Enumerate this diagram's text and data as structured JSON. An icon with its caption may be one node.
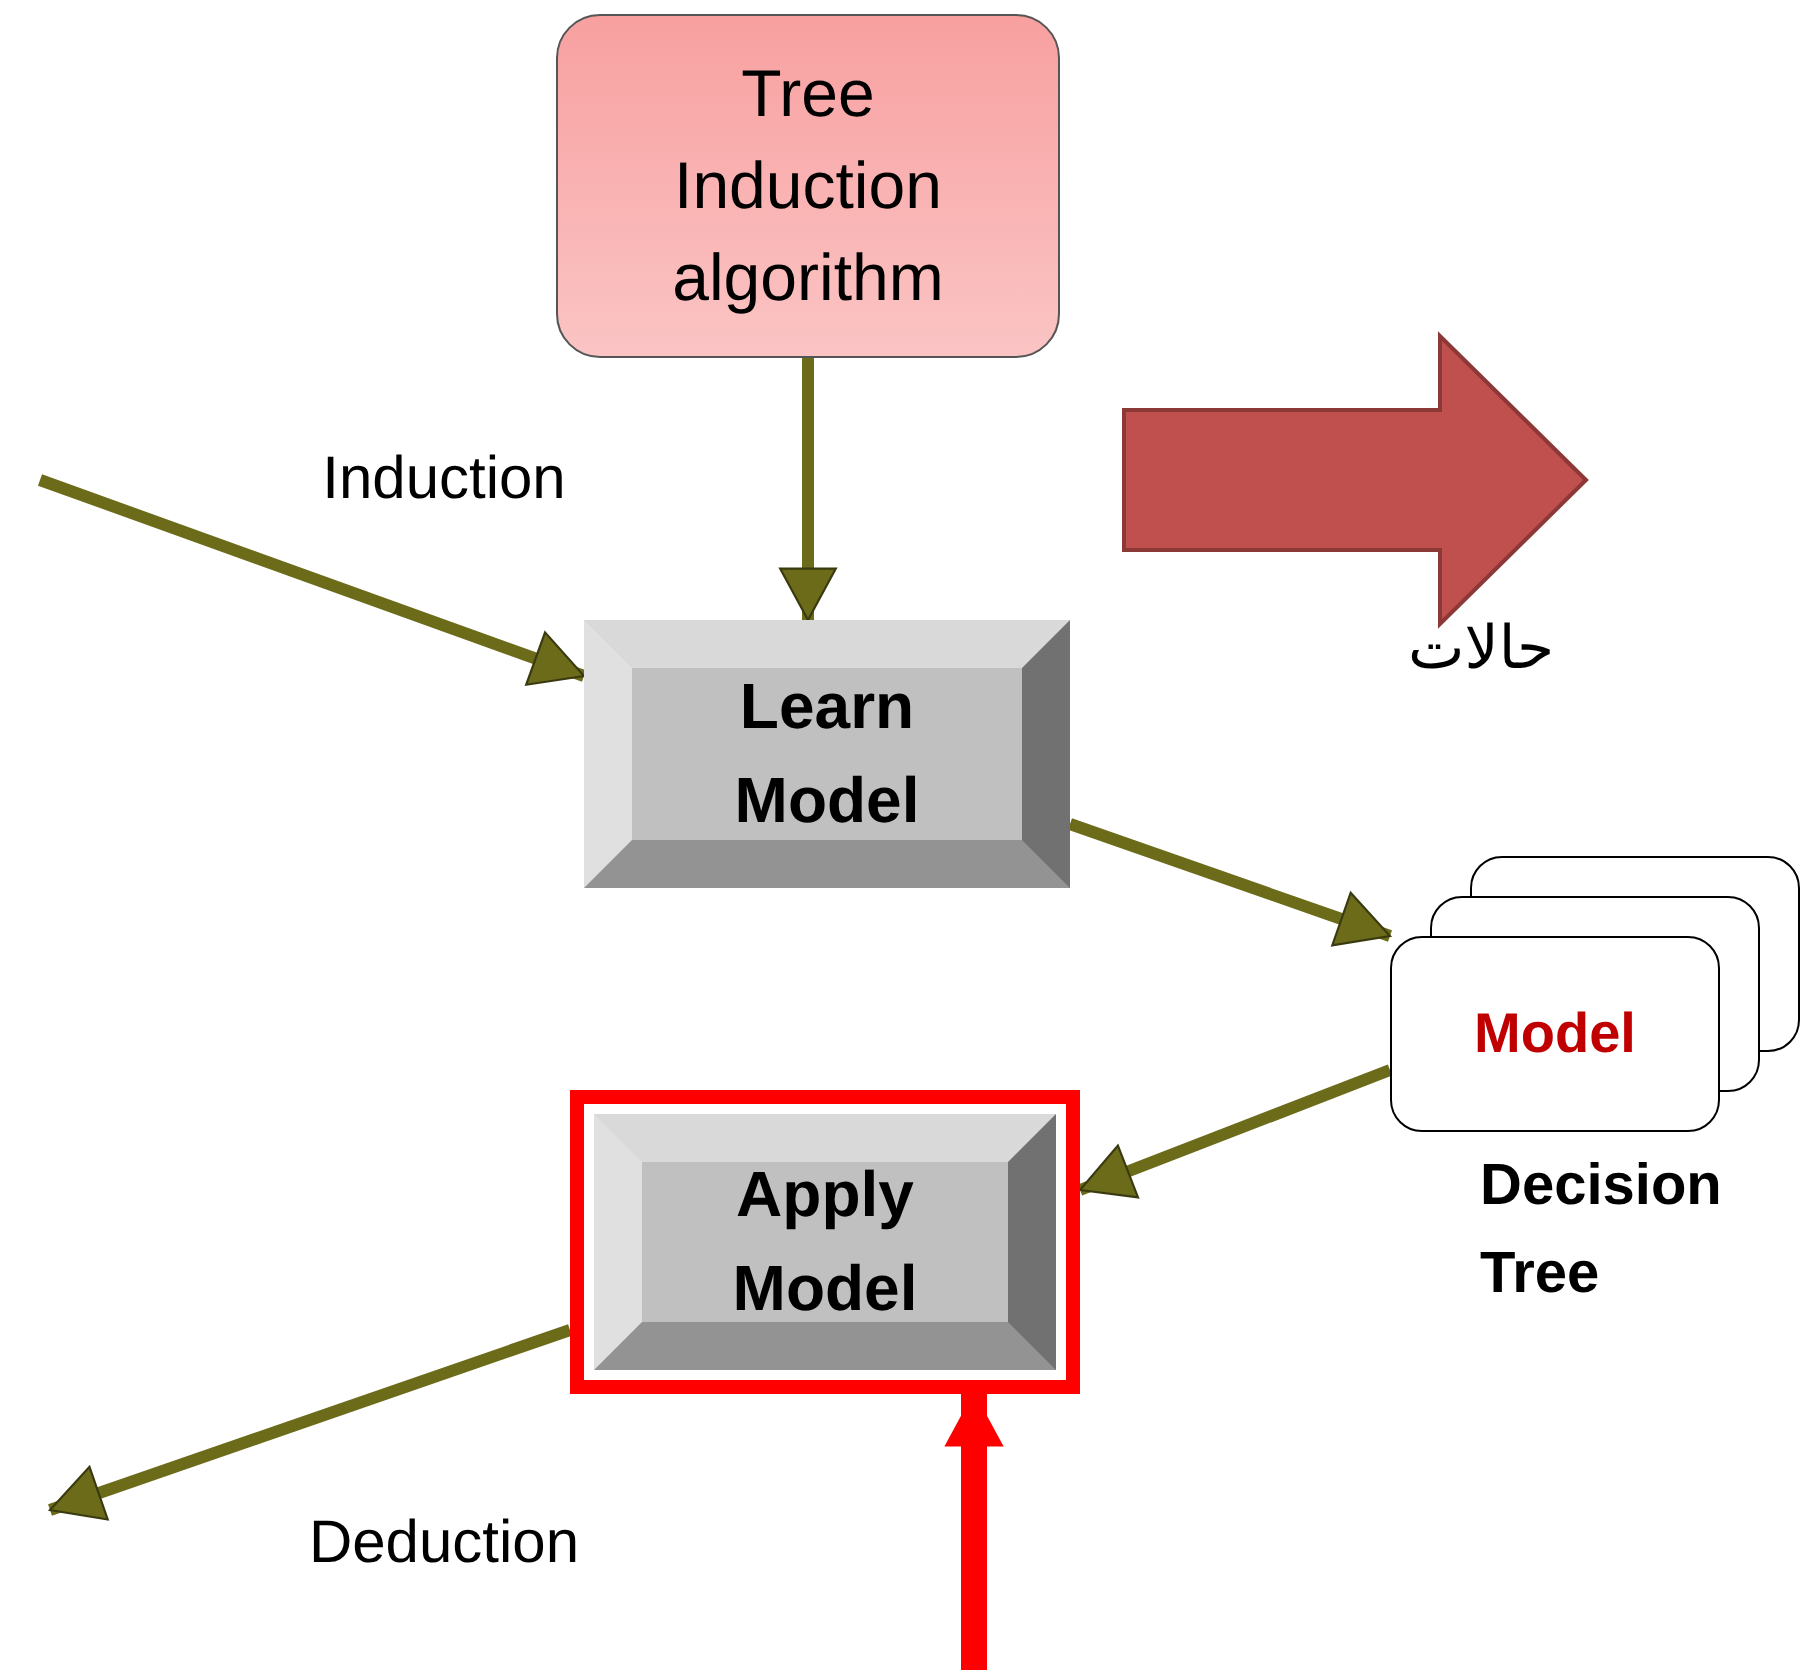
{
  "diagram": {
    "nodes": [
      {
        "text": [
          "Tree Induction algorithm"
        ]
      },
      {
        "text": [
          "Learn Model"
        ]
      },
      {
        "text": [
          "Model"
        ],
        "beside": [
          "Decision Tree"
        ]
      },
      {
        "text": [
          "Apply Model"
        ]
      }
    ],
    "edges": [
      {
        "from": 0,
        "to": 1,
        "arrow": "to"
      },
      {
        "from": null,
        "to": 1,
        "arrow": "to"
      },
      {
        "from": 1,
        "to": 2,
        "arrow": "to"
      },
      {
        "from": 2,
        "to": 3,
        "arrow": "to"
      },
      {
        "from": 3,
        "to": null,
        "arrow": "to"
      },
      {
        "from": null,
        "to": 3,
        "arrow": "to",
        "style": "thick",
        "color": "#ff0000"
      }
    ],
    "labels": [
      "Induction",
      "Deduction",
      "حالات"
    ]
  }
}
